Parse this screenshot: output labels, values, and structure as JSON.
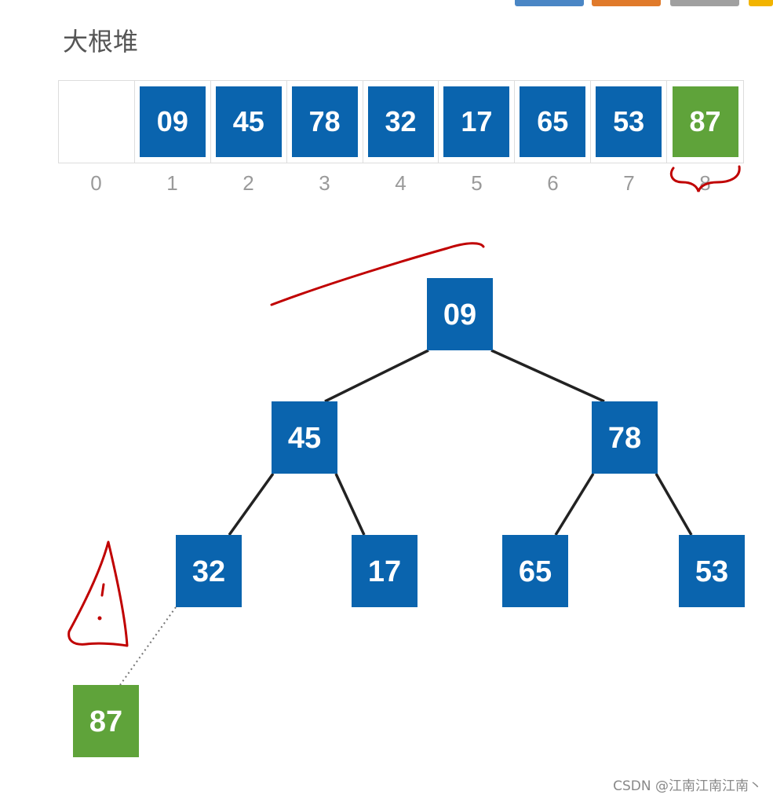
{
  "title": "大根堆",
  "colors": {
    "node_blue": "#0a64ae",
    "node_green": "#5fa33a",
    "edge": "#222222",
    "annotation": "#c00000",
    "swatches": [
      "#4a86c5",
      "#e07a2b",
      "#a0a0a0",
      "#f2b400"
    ]
  },
  "array": {
    "cells": [
      {
        "value": "",
        "color": "empty"
      },
      {
        "value": "09",
        "color": "blue"
      },
      {
        "value": "45",
        "color": "blue"
      },
      {
        "value": "78",
        "color": "blue"
      },
      {
        "value": "32",
        "color": "blue"
      },
      {
        "value": "17",
        "color": "blue"
      },
      {
        "value": "65",
        "color": "blue"
      },
      {
        "value": "53",
        "color": "blue"
      },
      {
        "value": "87",
        "color": "green"
      }
    ],
    "indices": [
      "0",
      "1",
      "2",
      "3",
      "4",
      "5",
      "6",
      "7",
      "8"
    ]
  },
  "tree": {
    "nodes": [
      {
        "id": "n1",
        "value": "09",
        "color": "blue"
      },
      {
        "id": "n2",
        "value": "45",
        "color": "blue"
      },
      {
        "id": "n3",
        "value": "78",
        "color": "blue"
      },
      {
        "id": "n4",
        "value": "32",
        "color": "blue"
      },
      {
        "id": "n5",
        "value": "17",
        "color": "blue"
      },
      {
        "id": "n6",
        "value": "65",
        "color": "blue"
      },
      {
        "id": "n7",
        "value": "53",
        "color": "blue"
      },
      {
        "id": "n8",
        "value": "87",
        "color": "green"
      }
    ],
    "edges": [
      {
        "from": "n1",
        "to": "n2",
        "style": "solid"
      },
      {
        "from": "n1",
        "to": "n3",
        "style": "solid"
      },
      {
        "from": "n2",
        "to": "n4",
        "style": "solid"
      },
      {
        "from": "n2",
        "to": "n5",
        "style": "solid"
      },
      {
        "from": "n3",
        "to": "n6",
        "style": "solid"
      },
      {
        "from": "n3",
        "to": "n7",
        "style": "solid"
      },
      {
        "from": "n4",
        "to": "n8",
        "style": "dotted"
      }
    ]
  },
  "watermark": "CSDN @江南江南江南丶"
}
